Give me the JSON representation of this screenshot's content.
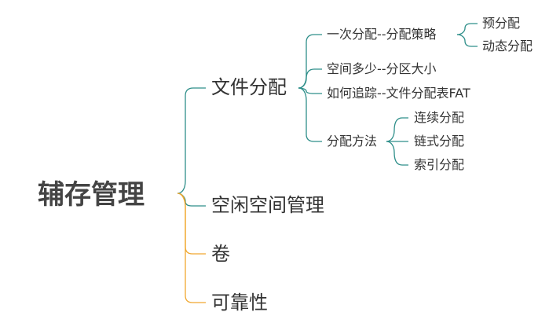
{
  "mindmap": {
    "root": "辅存管理",
    "colors": {
      "teal": "#2f8f8a",
      "orange": "#f0a830"
    },
    "branches": {
      "file_alloc": {
        "label": "文件分配",
        "children": {
          "once": {
            "label": "一次分配--分配策略",
            "children": {
              "pre": "预分配",
              "dynamic": "动态分配"
            }
          },
          "space": {
            "label": "空间多少--分区大小"
          },
          "track": {
            "label": "如何追踪--文件分配表FAT"
          },
          "method": {
            "label": "分配方法",
            "children": {
              "contiguous": "连续分配",
              "chained": "链式分配",
              "indexed": "索引分配"
            }
          }
        }
      },
      "free_space": {
        "label": "空闲空间管理"
      },
      "volume": {
        "label": "卷"
      },
      "reliability": {
        "label": "可靠性"
      }
    }
  }
}
